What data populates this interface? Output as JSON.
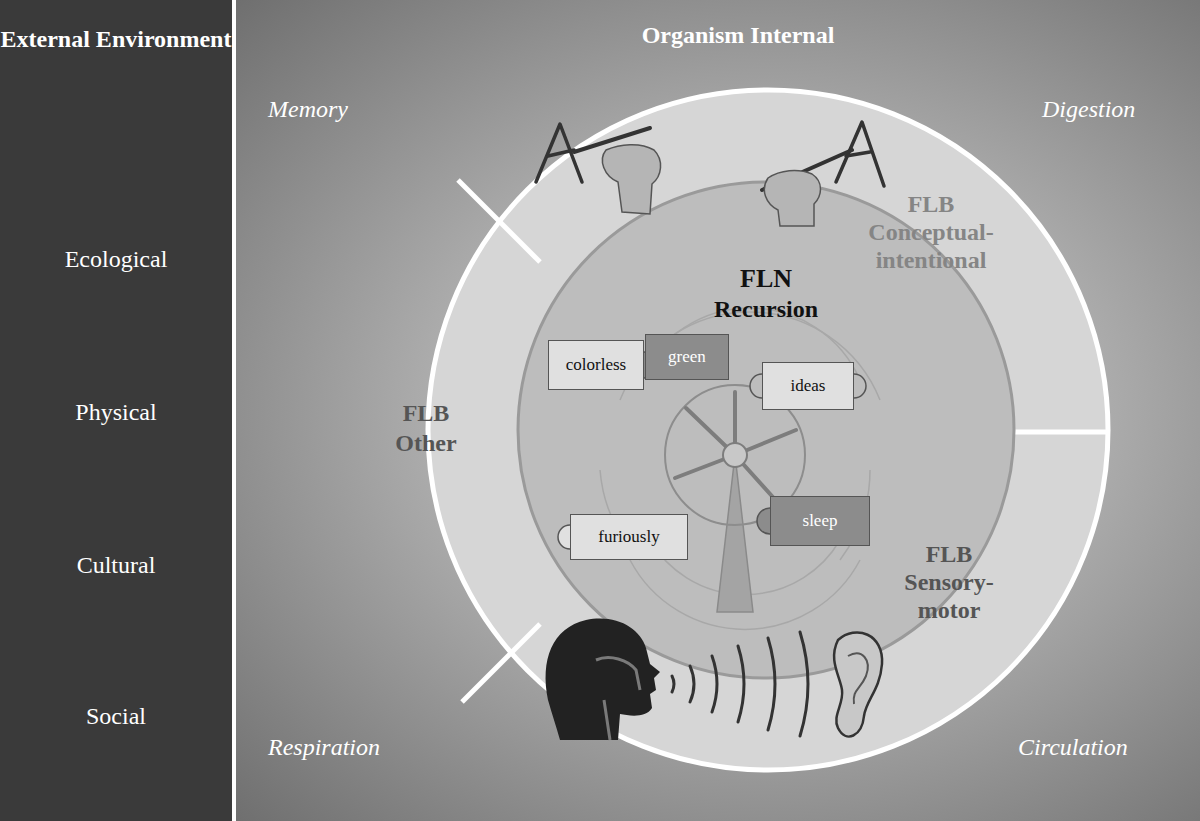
{
  "diagram": {
    "nodes": [
      {
        "text": [
          "External Environment",
          "Ecological",
          "Physical",
          "Cultural",
          "Social"
        ]
      },
      {
        "text": [
          "Organism Internal"
        ]
      },
      {
        "text": [
          "FLB",
          "Conceptual-intentional"
        ],
        "in": 1
      },
      {
        "text": [
          "FLB",
          "Other"
        ],
        "in": 1
      },
      {
        "text": [
          "FLB",
          "Sensory-motor"
        ],
        "in": 1
      },
      {
        "text": [
          "FLN",
          "Recursion"
        ],
        "in": 1
      },
      {
        "text": [
          "colorless"
        ],
        "in": 5
      },
      {
        "text": [
          "green"
        ],
        "in": 5
      },
      {
        "text": [
          "ideas"
        ],
        "in": 5
      },
      {
        "text": [
          "furiously"
        ],
        "in": 5
      },
      {
        "text": [
          "sleep"
        ],
        "in": 5
      }
    ],
    "labels": [
      "Memory",
      "Digestion",
      "Respiration",
      "Circulation"
    ]
  }
}
